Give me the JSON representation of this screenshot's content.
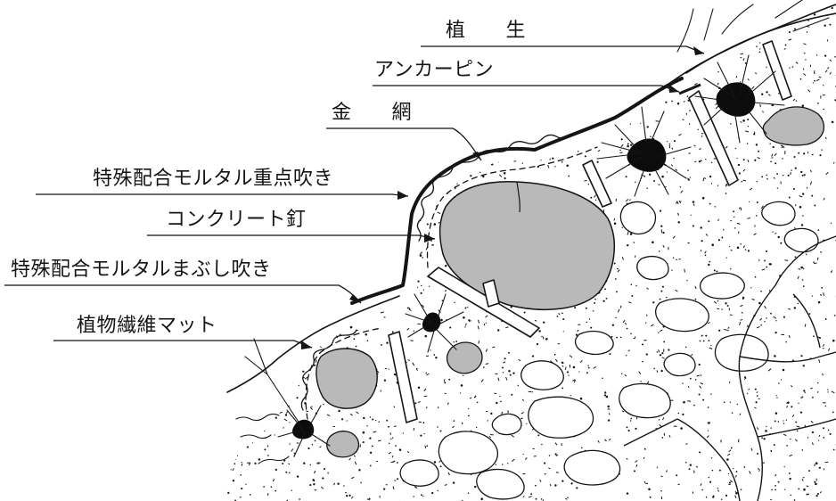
{
  "labels": {
    "vegetation": "植　　生",
    "anchor_pin": "アンカーピン",
    "wire_mesh": "金　　網",
    "special_mortar_heavy": "特殊配合モルタル重点吹き",
    "concrete_nail": "コンクリート釘",
    "special_mortar_dust": "特殊配合モルタルまぶし吹き",
    "plant_fiber_mat": "植物繊維マット"
  },
  "colors": {
    "ink": "#151515",
    "rock_fill": "#b9b9b9",
    "root_fill": "#0c0c0c",
    "background": "#ffffff"
  }
}
